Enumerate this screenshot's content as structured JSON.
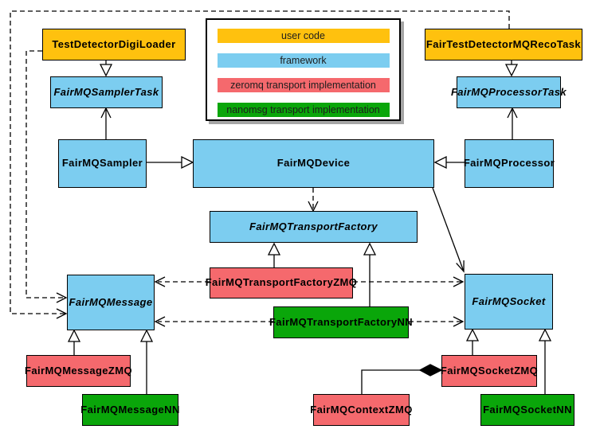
{
  "legend": {
    "items": [
      {
        "label": "user code",
        "color": "#FFC10E"
      },
      {
        "label": "framework",
        "color": "#7CCDF0"
      },
      {
        "label": "zeromq transport implementation",
        "color": "#F5696D"
      },
      {
        "label": "nanomsg transport implementation",
        "color": "#0AA60A"
      }
    ]
  },
  "nodes": {
    "testDetectorDigiLoader": {
      "label": "TestDetectorDigiLoader",
      "category": "user code",
      "abstract": false
    },
    "fairTestDetectorMQRecoTask": {
      "label": "FairTestDetectorMQRecoTask",
      "category": "user code",
      "abstract": false
    },
    "fairMQSamplerTask": {
      "label": "FairMQSamplerTask",
      "category": "framework",
      "abstract": true
    },
    "fairMQProcessorTask": {
      "label": "FairMQProcessorTask",
      "category": "framework",
      "abstract": true
    },
    "fairMQSampler": {
      "label": "FairMQSampler",
      "category": "framework",
      "abstract": false
    },
    "fairMQDevice": {
      "label": "FairMQDevice",
      "category": "framework",
      "abstract": false
    },
    "fairMQProcessor": {
      "label": "FairMQProcessor",
      "category": "framework",
      "abstract": false
    },
    "fairMQTransportFactory": {
      "label": "FairMQTransportFactory",
      "category": "framework",
      "abstract": true
    },
    "fairMQTransportFactoryZMQ": {
      "label": "FairMQTransportFactoryZMQ",
      "category": "zeromq transport implementation",
      "abstract": false
    },
    "fairMQTransportFactoryNN": {
      "label": "FairMQTransportFactoryNN",
      "category": "nanomsg transport implementation",
      "abstract": false
    },
    "fairMQMessage": {
      "label": "FairMQMessage",
      "category": "framework",
      "abstract": true
    },
    "fairMQSocket": {
      "label": "FairMQSocket",
      "category": "framework",
      "abstract": true
    },
    "fairMQMessageZMQ": {
      "label": "FairMQMessageZMQ",
      "category": "zeromq transport implementation",
      "abstract": false
    },
    "fairMQMessageNN": {
      "label": "FairMQMessageNN",
      "category": "nanomsg transport implementation",
      "abstract": false
    },
    "fairMQSocketZMQ": {
      "label": "FairMQSocketZMQ",
      "category": "zeromq transport implementation",
      "abstract": false
    },
    "fairMQContextZMQ": {
      "label": "FairMQContextZMQ",
      "category": "zeromq transport implementation",
      "abstract": false
    },
    "fairMQSocketNN": {
      "label": "FairMQSocketNN",
      "category": "nanomsg transport implementation",
      "abstract": false
    }
  },
  "relationships": [
    {
      "from": "TestDetectorDigiLoader",
      "to": "FairMQSamplerTask",
      "type": "inheritance"
    },
    {
      "from": "FairTestDetectorMQRecoTask",
      "to": "FairMQProcessorTask",
      "type": "inheritance"
    },
    {
      "from": "FairMQSampler",
      "to": "FairMQDevice",
      "type": "inheritance"
    },
    {
      "from": "FairMQProcessor",
      "to": "FairMQDevice",
      "type": "inheritance"
    },
    {
      "from": "FairMQSampler",
      "to": "FairMQSamplerTask",
      "type": "association"
    },
    {
      "from": "FairMQProcessor",
      "to": "FairMQProcessorTask",
      "type": "association"
    },
    {
      "from": "FairMQDevice",
      "to": "FairMQSocket",
      "type": "association"
    },
    {
      "from": "FairMQDevice",
      "to": "FairMQTransportFactory",
      "type": "dependency"
    },
    {
      "from": "TestDetectorDigiLoader",
      "to": "FairMQMessage",
      "type": "dependency"
    },
    {
      "from": "FairTestDetectorMQRecoTask",
      "to": "FairMQMessage",
      "type": "dependency"
    },
    {
      "from": "FairMQTransportFactoryZMQ",
      "to": "FairMQTransportFactory",
      "type": "inheritance"
    },
    {
      "from": "FairMQTransportFactoryNN",
      "to": "FairMQTransportFactory",
      "type": "inheritance"
    },
    {
      "from": "FairMQTransportFactoryZMQ",
      "to": "FairMQMessage",
      "type": "dependency"
    },
    {
      "from": "FairMQTransportFactoryZMQ",
      "to": "FairMQSocket",
      "type": "dependency"
    },
    {
      "from": "FairMQTransportFactoryNN",
      "to": "FairMQMessage",
      "type": "dependency"
    },
    {
      "from": "FairMQTransportFactoryNN",
      "to": "FairMQSocket",
      "type": "dependency"
    },
    {
      "from": "FairMQMessageZMQ",
      "to": "FairMQMessage",
      "type": "inheritance"
    },
    {
      "from": "FairMQMessageNN",
      "to": "FairMQMessage",
      "type": "inheritance"
    },
    {
      "from": "FairMQSocketZMQ",
      "to": "FairMQSocket",
      "type": "inheritance"
    },
    {
      "from": "FairMQSocketNN",
      "to": "FairMQSocket",
      "type": "inheritance"
    },
    {
      "from": "FairMQContextZMQ",
      "to": "FairMQSocketZMQ",
      "type": "composition"
    }
  ]
}
